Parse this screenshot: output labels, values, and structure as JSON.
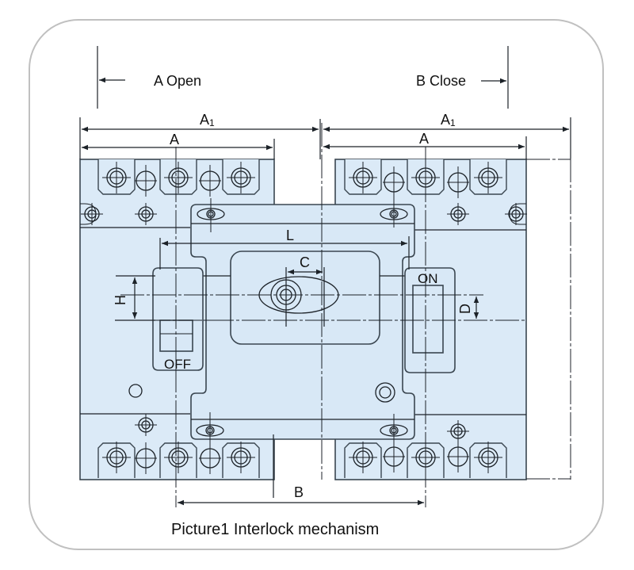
{
  "diagram": {
    "caption": "Picture1 Interlock mechanism",
    "direction_labels": {
      "open": "A Open",
      "close": "B Close"
    },
    "dimensions": {
      "a1_left": "A",
      "a1_left_sub": "1",
      "a_left": "A",
      "a1_right": "A",
      "a1_right_sub": "1",
      "a_right": "A",
      "l": "L",
      "c": "C",
      "h": "H",
      "d": "D",
      "b": "B"
    },
    "switch_states": {
      "off": "OFF",
      "on": "ON"
    },
    "colors": {
      "body_fill": "#dbeaf7",
      "line": "#1c2228",
      "frame": "#c0c0c0"
    }
  }
}
